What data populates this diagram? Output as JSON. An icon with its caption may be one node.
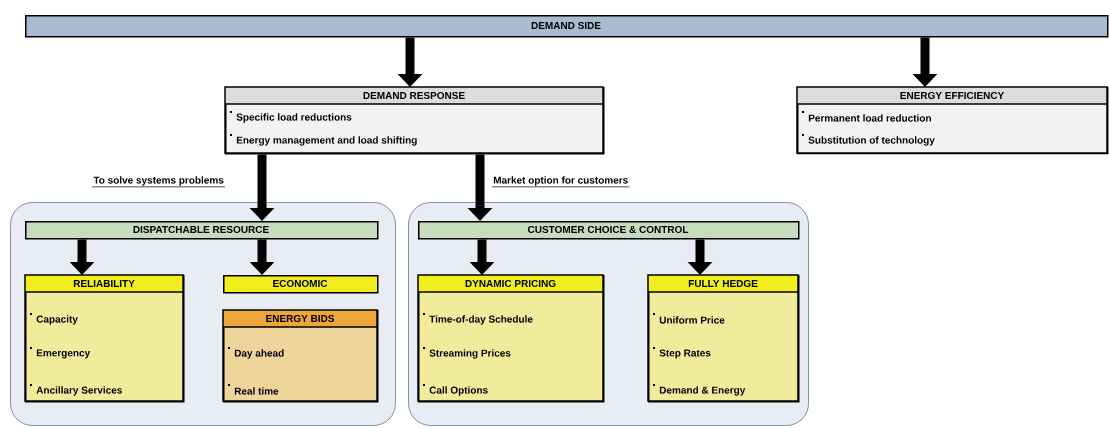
{
  "diagram": {
    "nodes": [
      {
        "text": [
          "DEMAND SIDE"
        ]
      },
      {
        "text": [
          "DEMAND RESPONSE",
          "Specific load reductions",
          "Energy management and load shifting"
        ]
      },
      {
        "text": [
          "ENERGY EFFICIENCY",
          "Permanent load reduction",
          "Substitution of technology"
        ]
      },
      {
        "text": [],
        "shape": "box"
      },
      {
        "text": [
          "DISPATCHABLE RESOURCE"
        ],
        "in": 3
      },
      {
        "text": [
          "RELIABILITY",
          "Capacity",
          "Emergency",
          "Ancillary Services"
        ],
        "in": 3
      },
      {
        "text": [
          "ECONOMIC"
        ],
        "in": 3
      },
      {
        "text": [
          "ENERGY BIDS",
          "Day ahead",
          "Real time"
        ],
        "in": 3
      },
      {
        "text": [],
        "shape": "box"
      },
      {
        "text": [
          "CUSTOMER CHOICE & CONTROL"
        ],
        "in": 8
      },
      {
        "text": [
          "DYNAMIC PRICING",
          "Time-of-day Schedule",
          "Streaming Prices",
          "Call Options"
        ],
        "in": 8
      },
      {
        "text": [
          "FULLY HEDGE",
          "Uniform Price",
          "Step Rates",
          "Demand & Energy"
        ],
        "in": 8
      }
    ],
    "edges": [
      {
        "from": 0,
        "to": 1,
        "arrow": "to"
      },
      {
        "from": 0,
        "to": 2,
        "arrow": "to"
      },
      {
        "from": 1,
        "to": 4,
        "arrow": "to",
        "label": "To solve systems problems"
      },
      {
        "from": 1,
        "to": 9,
        "arrow": "to",
        "label": "Market option for customers"
      },
      {
        "from": 4,
        "to": 5,
        "arrow": "to"
      },
      {
        "from": 4,
        "to": 6,
        "arrow": "to"
      },
      {
        "from": 9,
        "to": 10,
        "arrow": "to"
      },
      {
        "from": 9,
        "to": 11,
        "arrow": "to"
      }
    ]
  }
}
